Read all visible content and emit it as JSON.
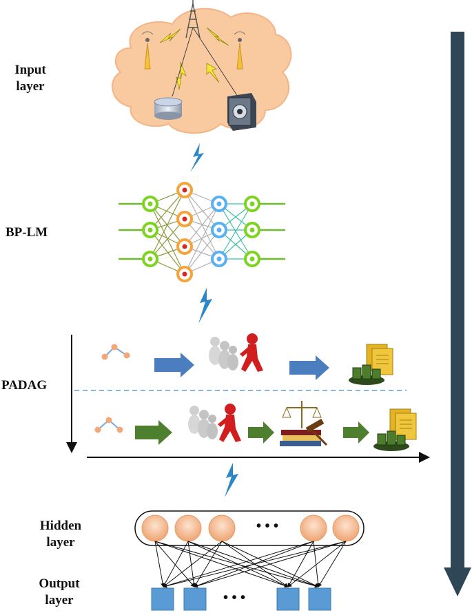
{
  "labels": {
    "input_line1": "Input",
    "input_line2": "layer",
    "bplm": "BP-LM",
    "padag": "PADAG",
    "hidden_line1": "Hidden",
    "hidden_line2": "layer",
    "output_line1": "Output",
    "output_line2": "layer"
  },
  "hidden_ellipsis": "• • •",
  "output_ellipsis": "• • •",
  "colors": {
    "cloud": "#f9c9a0",
    "hidden_node": "#f0b48a",
    "output_node": "#5b9bd5",
    "arrow_blue": "#4a7ebf",
    "arrow_green": "#4e7f2e",
    "side_arrow": "#2e4656",
    "lightning": "#2b87c8"
  }
}
